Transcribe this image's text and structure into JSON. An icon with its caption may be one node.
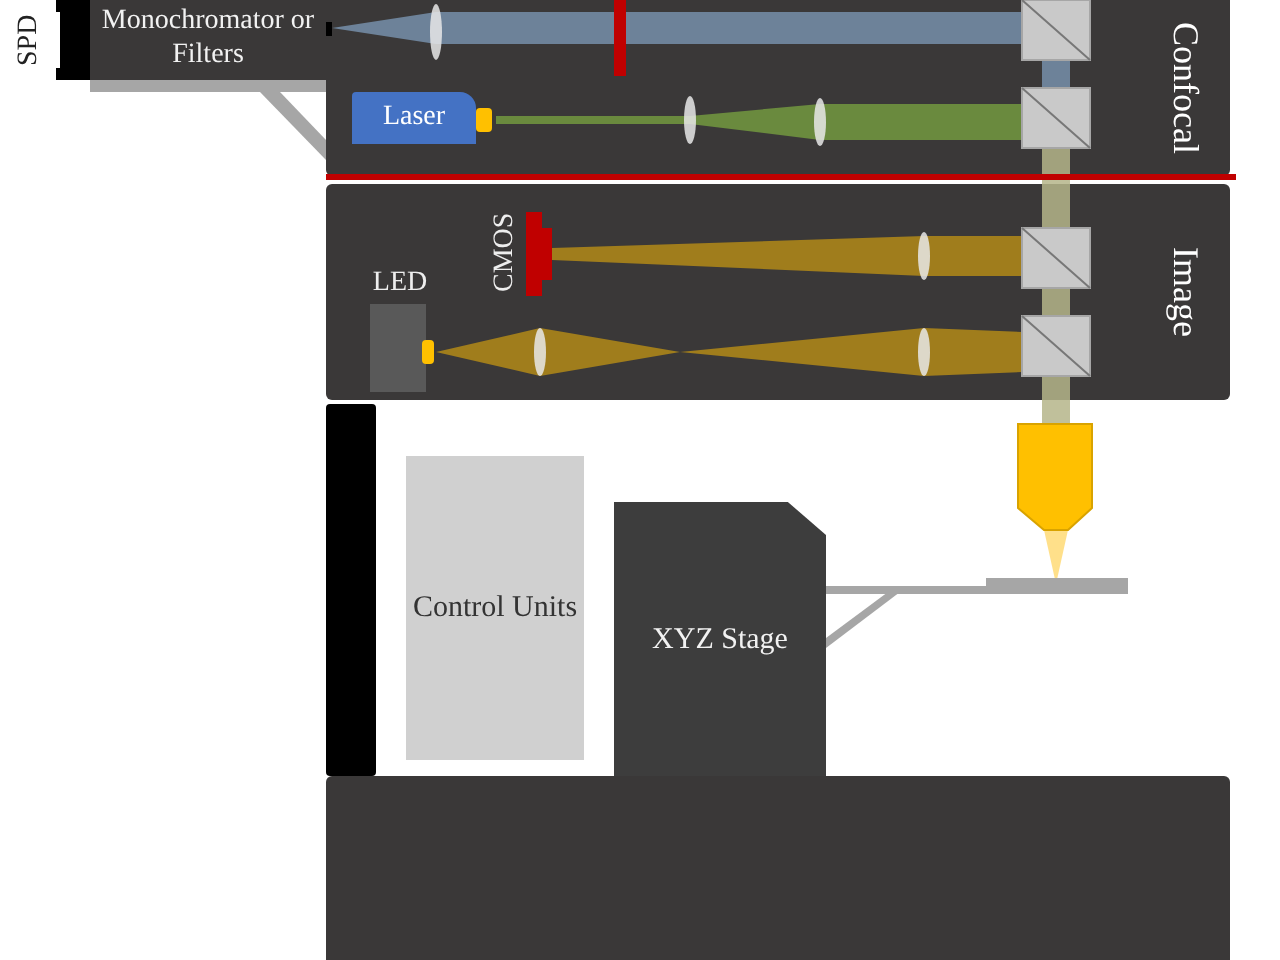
{
  "diagram": {
    "nodes": [
      {
        "text": [
          "Confocal"
        ]
      },
      {
        "text": [
          "Monochromator or Filters"
        ]
      },
      {
        "text": [
          "SPD"
        ]
      },
      {
        "text": [
          "Laser"
        ],
        "in": 0
      },
      {
        "text": [
          "Image"
        ]
      },
      {
        "text": [
          "CMOS"
        ],
        "in": 4
      },
      {
        "text": [
          "LED"
        ],
        "in": 4
      },
      {
        "text": [
          "Control Units"
        ]
      },
      {
        "text": [
          "XYZ Stage"
        ]
      }
    ]
  }
}
